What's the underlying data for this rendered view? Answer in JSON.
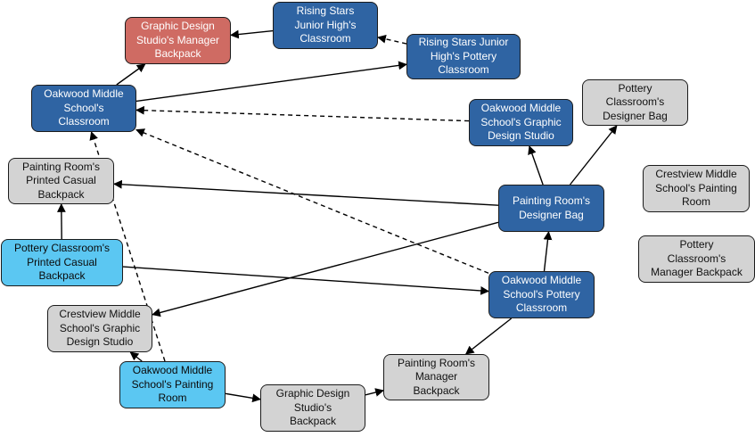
{
  "colors": {
    "dark": "#2f64a3",
    "light": "#5bc7f2",
    "gray": "#d3d3d3",
    "red": "#cf6b63",
    "edge": "#000000"
  },
  "nodes": {
    "graphic_design_studio_manager_backpack": "Graphic Design\nStudio's Manager\nBackpack",
    "rising_stars_classroom": "Rising Stars\nJunior High's\nClassroom",
    "rising_stars_pottery_classroom": "Rising Stars Junior\nHigh's Pottery\nClassroom",
    "oakwood_classroom": "Oakwood Middle\nSchool's\nClassroom",
    "oakwood_graphic_design_studio": "Oakwood Middle\nSchool's Graphic\nDesign Studio",
    "pottery_classroom_designer_bag": "Pottery\nClassroom's\nDesigner Bag",
    "painting_room_printed_casual_backpack": "Painting Room's\nPrinted Casual\nBackpack",
    "crestview_painting_room": "Crestview Middle\nSchool's Painting\nRoom",
    "painting_room_designer_bag": "Painting Room's\nDesigner Bag",
    "pottery_classroom_printed_casual_backpack": "Pottery Classroom's\nPrinted Casual\nBackpack",
    "pottery_classroom_manager_backpack": "Pottery\nClassroom's\nManager Backpack",
    "oakwood_pottery_classroom": "Oakwood Middle\nSchool's Pottery\nClassroom",
    "crestview_graphic_design_studio": "Crestview Middle\nSchool's Graphic\nDesign Studio",
    "painting_room_manager_backpack": "Painting Room's\nManager\nBackpack",
    "oakwood_painting_room": "Oakwood Middle\nSchool's Painting\nRoom",
    "graphic_design_studio_backpack": "Graphic Design\nStudio's\nBackpack"
  },
  "edges": [
    {
      "from": "rising_stars_classroom",
      "to": "graphic_design_studio_manager_backpack",
      "style": "solid"
    },
    {
      "from": "rising_stars_pottery_classroom",
      "to": "rising_stars_classroom",
      "style": "dashed"
    },
    {
      "from": "oakwood_classroom",
      "to": "graphic_design_studio_manager_backpack",
      "style": "solid"
    },
    {
      "from": "oakwood_classroom",
      "to": "rising_stars_pottery_classroom",
      "style": "solid"
    },
    {
      "from": "oakwood_graphic_design_studio",
      "to": "oakwood_classroom",
      "style": "dashed"
    },
    {
      "from": "oakwood_pottery_classroom",
      "to": "oakwood_classroom",
      "style": "dashed"
    },
    {
      "from": "oakwood_painting_room",
      "to": "oakwood_classroom",
      "style": "dashed"
    },
    {
      "from": "painting_room_designer_bag",
      "to": "oakwood_graphic_design_studio",
      "style": "solid"
    },
    {
      "from": "painting_room_designer_bag",
      "to": "pottery_classroom_designer_bag",
      "style": "solid"
    },
    {
      "from": "painting_room_designer_bag",
      "to": "painting_room_printed_casual_backpack",
      "style": "solid"
    },
    {
      "from": "painting_room_designer_bag",
      "to": "crestview_graphic_design_studio",
      "style": "solid"
    },
    {
      "from": "pottery_classroom_printed_casual_backpack",
      "to": "painting_room_printed_casual_backpack",
      "style": "solid"
    },
    {
      "from": "pottery_classroom_printed_casual_backpack",
      "to": "oakwood_pottery_classroom",
      "style": "solid"
    },
    {
      "from": "oakwood_pottery_classroom",
      "to": "painting_room_designer_bag",
      "style": "solid"
    },
    {
      "from": "oakwood_pottery_classroom",
      "to": "painting_room_manager_backpack",
      "style": "solid"
    },
    {
      "from": "oakwood_painting_room",
      "to": "crestview_graphic_design_studio",
      "style": "solid"
    },
    {
      "from": "oakwood_painting_room",
      "to": "graphic_design_studio_backpack",
      "style": "solid"
    },
    {
      "from": "graphic_design_studio_backpack",
      "to": "painting_room_manager_backpack",
      "style": "solid"
    }
  ]
}
